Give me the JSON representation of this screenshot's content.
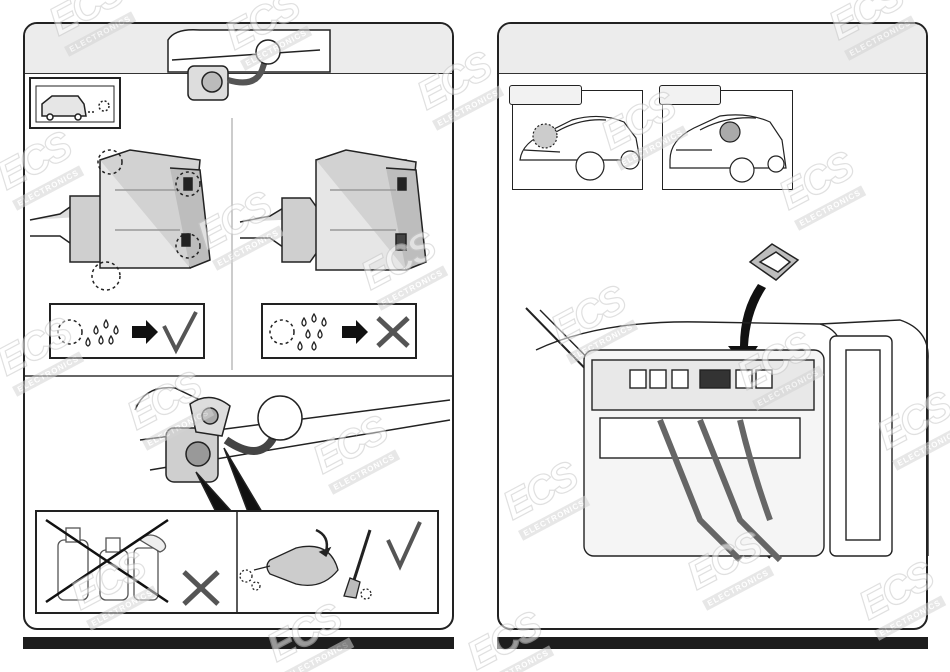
{
  "watermark": {
    "logo": "ECS",
    "subtitle": "ELECTRONICS"
  },
  "colors": {
    "line": "#222222",
    "fill_light": "#e6e6e6",
    "fill_mid": "#cfcfcf",
    "header_bg": "#ececec",
    "footer": "#1d1d1d"
  },
  "icons": {
    "car_exhaust": "car-exhaust-icon",
    "check_ok": "check-mark-icon",
    "cross_no": "cross-mark-icon",
    "water": "water-drops-icon",
    "arrow": "right-arrow-icon",
    "bottles": "cleaning-bottles-icon",
    "air_blower": "air-blower-icon",
    "brush": "brush-icon"
  },
  "left_page": {
    "rows": [
      "socket-drain-ok",
      "socket-drain-not-ok",
      "cleaning-method"
    ]
  },
  "right_page": {
    "vehicle_variants": [
      "",
      ""
    ]
  }
}
